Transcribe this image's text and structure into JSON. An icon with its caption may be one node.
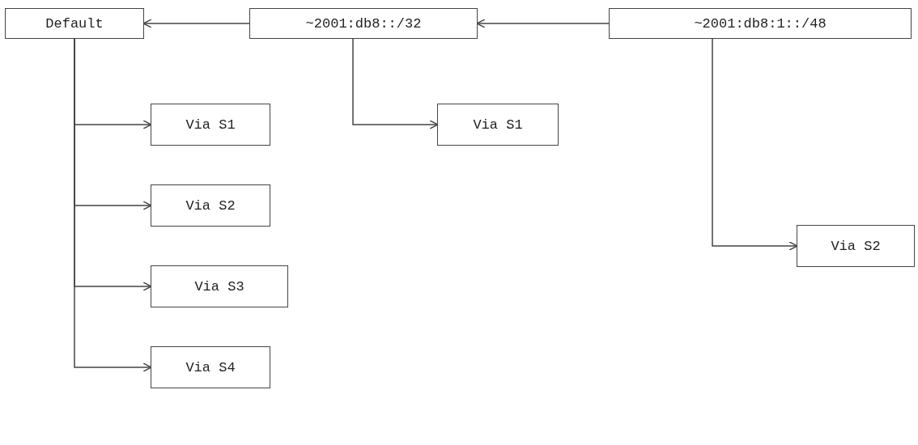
{
  "diagram": {
    "nodes": [
      {
        "text": [
          "Default"
        ]
      },
      {
        "text": [
          "~2001:db8::/32"
        ]
      },
      {
        "text": [
          "~2001:db8:1::/48"
        ]
      },
      {
        "text": [
          "Via S1"
        ]
      },
      {
        "text": [
          "Via S2"
        ]
      },
      {
        "text": [
          "Via S3"
        ]
      },
      {
        "text": [
          "Via S4"
        ]
      },
      {
        "text": [
          "Via S1"
        ]
      },
      {
        "text": [
          "Via S2"
        ]
      }
    ],
    "edges": [
      {
        "from": 1,
        "to": 0,
        "arrow": "to"
      },
      {
        "from": 2,
        "to": 1,
        "arrow": "to"
      },
      {
        "from": 0,
        "to": 3,
        "arrow": "to"
      },
      {
        "from": 0,
        "to": 4,
        "arrow": "to"
      },
      {
        "from": 0,
        "to": 5,
        "arrow": "to"
      },
      {
        "from": 0,
        "to": 6,
        "arrow": "to"
      },
      {
        "from": 1,
        "to": 7,
        "arrow": "to"
      },
      {
        "from": 2,
        "to": 8,
        "arrow": "to"
      }
    ]
  }
}
